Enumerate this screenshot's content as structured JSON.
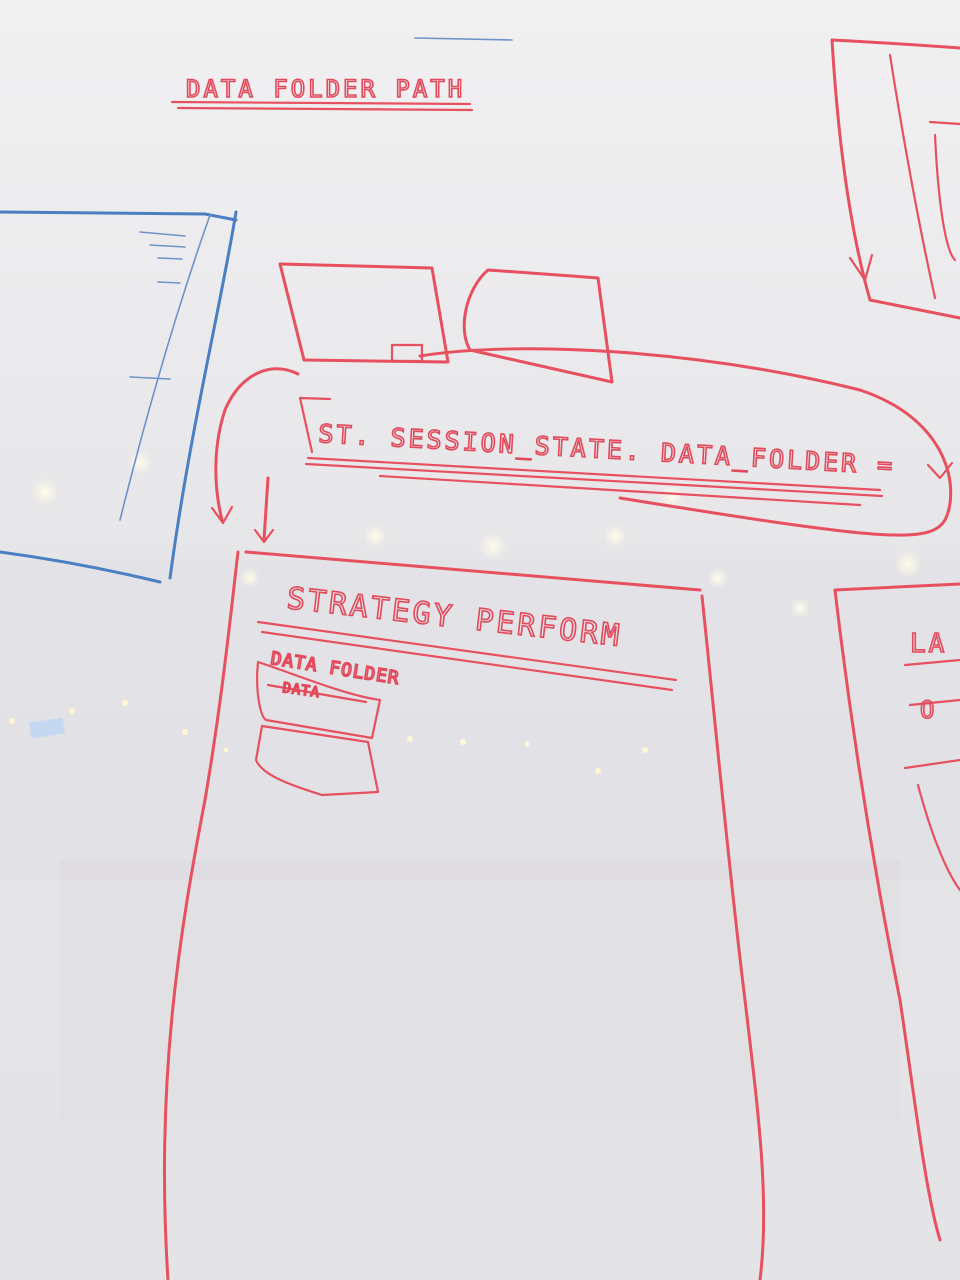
{
  "texts": {
    "top_heading": "DATA FOLDER PATH",
    "session_state_line": "ST. SESSION_STATE. DATA_FOLDER =",
    "strategy_title": "STRATEGY PERFORM",
    "data_folder_label": "DATA FOLDER",
    "data_box_label": "DATA",
    "right_partial_1": "LA",
    "right_partial_2": "O"
  },
  "colors": {
    "marker": "#e7505f",
    "blue_marker": "#4a7fc4",
    "board": "#e9e8ea"
  }
}
